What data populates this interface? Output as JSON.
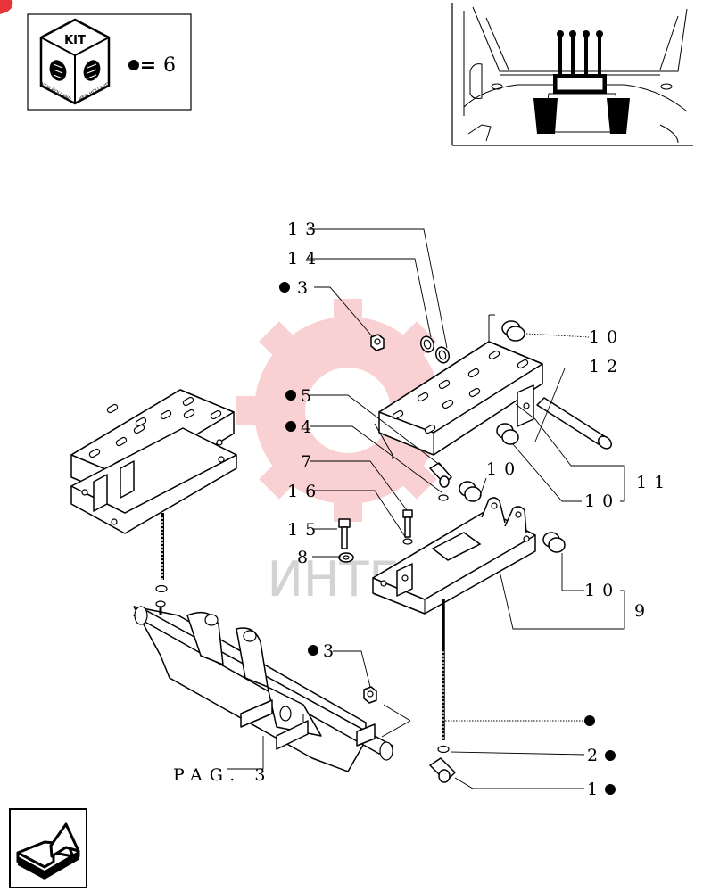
{
  "kit_box": {
    "kit_label": "KIT",
    "brand_text": "NEW HOLLAND",
    "legend_equals": "=",
    "legend_count": "6"
  },
  "watermark": {
    "text": "ИНТЕХ",
    "color": "#e8343a"
  },
  "callouts": {
    "c13": "13",
    "c14": "14",
    "c3_top": "3",
    "c5": "5",
    "c4": "4",
    "c7": "7",
    "c16": "16",
    "c15": "15",
    "c8": "8",
    "c3_bottom": "3",
    "c10_a": "10",
    "c12": "12",
    "c11": "11",
    "c10_b": "10",
    "c10_c": "10",
    "c10_d": "10",
    "c9": "9",
    "c2": "2",
    "c1": "1",
    "pag": "PAG. 3"
  },
  "icons": {
    "kit_bullet": "black-dot-icon",
    "nav": "return-arrow-icon"
  }
}
